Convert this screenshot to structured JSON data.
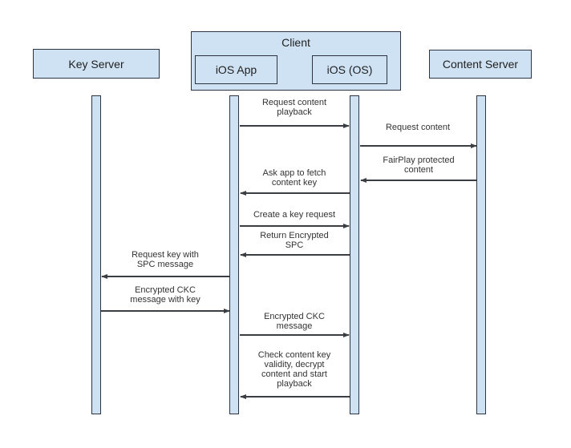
{
  "colors": {
    "box_fill": "#cfe2f3",
    "box_border": "#2b3440",
    "line": "#3a3e43",
    "text": "#333333",
    "title_text": "#1f1f1f",
    "background": "#ffffff"
  },
  "diagram": {
    "actors": {
      "key_server": {
        "label": "Key Server"
      },
      "client": {
        "label": "Client"
      },
      "ios_app": {
        "label": "iOS App"
      },
      "ios_os": {
        "label": "iOS (OS)"
      },
      "content_server": {
        "label": "Content Server"
      }
    },
    "messages": [
      {
        "from": "iOS App",
        "to": "iOS (OS)",
        "text": "Request content\nplayback"
      },
      {
        "from": "iOS (OS)",
        "to": "Content Server",
        "text": "Request content"
      },
      {
        "from": "Content Server",
        "to": "iOS (OS)",
        "text": "FairPlay protected\ncontent"
      },
      {
        "from": "iOS (OS)",
        "to": "iOS App",
        "text": "Ask app to fetch\ncontent key"
      },
      {
        "from": "iOS App",
        "to": "iOS (OS)",
        "text": "Create a key request"
      },
      {
        "from": "iOS (OS)",
        "to": "iOS App",
        "text": "Return Encrypted\nSPC"
      },
      {
        "from": "iOS App",
        "to": "Key Server",
        "text": "Request key with\nSPC message"
      },
      {
        "from": "Key Server",
        "to": "iOS App",
        "text": "Encrypted CKC\nmessage with key"
      },
      {
        "from": "iOS App",
        "to": "iOS (OS)",
        "text": "Encrypted CKC\nmessage"
      },
      {
        "from": "iOS (OS)",
        "to": "iOS App",
        "text": "Check content key\nvalidity, decrypt\ncontent and start\nplayback"
      }
    ]
  }
}
